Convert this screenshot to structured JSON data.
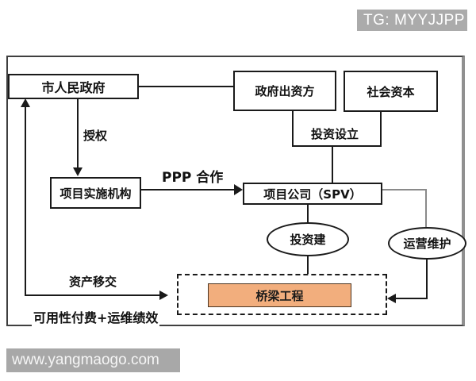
{
  "watermarks": {
    "tg_badge": "TG: MYYJJPP",
    "site": "www.yangmaogo.com"
  },
  "diagram": {
    "nodes": {
      "government": "市人民政府",
      "gov_investor": "政府出资方",
      "social_capital": "社会资本",
      "implement_agency": "项目实施机构",
      "spv": "项目公司（SPV）",
      "invest_build": "投资建",
      "operation_maintenance": "运营维护",
      "bridge_project": "桥梁工程"
    },
    "edge_labels": {
      "authorize": "授权",
      "invest_establish": "投资设立",
      "ppp_cooperation": "PPP 合作",
      "asset_transfer": "资产移交",
      "availability_payment": "可用性付费+运维绩效"
    }
  },
  "colors": {
    "line": "#1a1a1a",
    "gray_line": "#8a8a8a",
    "frame": "#3f3f3f",
    "bridge_fill": "#f2ae7d",
    "badge_bg": "#ababab",
    "watermark_bg": "#a8a8a8"
  }
}
